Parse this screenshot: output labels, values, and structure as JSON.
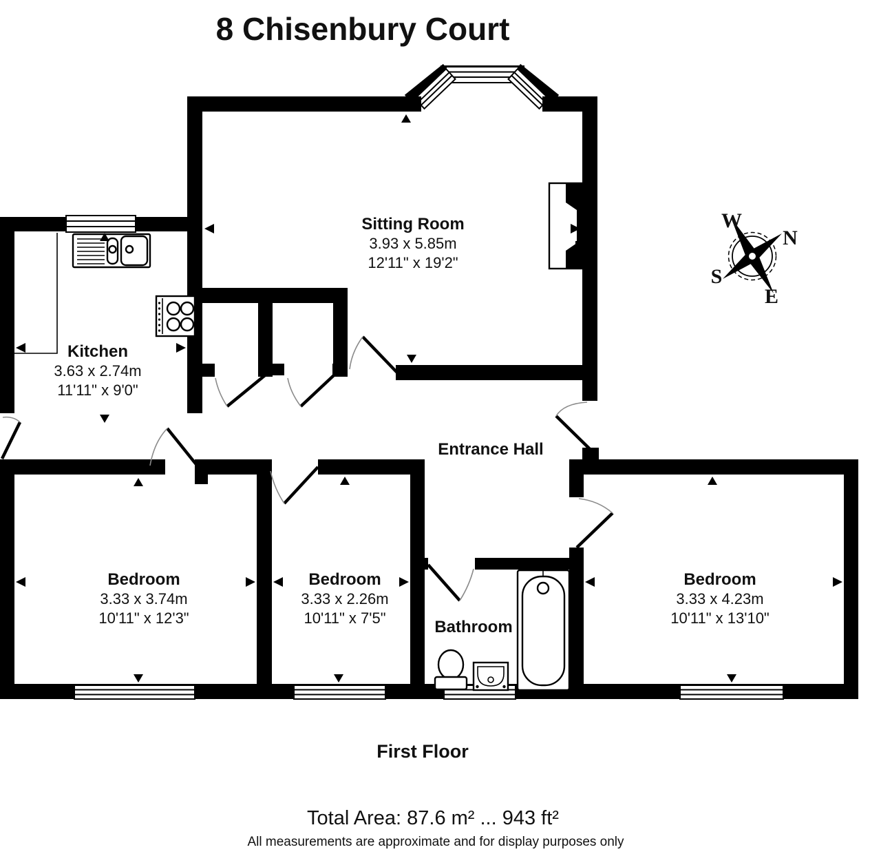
{
  "title": "8 Chisenbury Court",
  "floor_label": "First Floor",
  "total_area": "Total Area: 87.6 m² ... 943 ft²",
  "disclaimer": "All measurements are approximate and for display purposes only",
  "compass": {
    "north": "N",
    "east": "E",
    "south": "S",
    "west": "W"
  },
  "rooms": {
    "sitting_room": {
      "name": "Sitting Room",
      "metric": "3.93 x 5.85m",
      "imperial": "12'11\" x 19'2\""
    },
    "kitchen": {
      "name": "Kitchen",
      "metric": "3.63 x 2.74m",
      "imperial": "11'11\" x 9'0\""
    },
    "entrance_hall": {
      "name": "Entrance Hall"
    },
    "bedroom_left": {
      "name": "Bedroom",
      "metric": "3.33 x 3.74m",
      "imperial": "10'11\" x 12'3\""
    },
    "bedroom_middle": {
      "name": "Bedroom",
      "metric": "3.33 x 2.26m",
      "imperial": "10'11\" x 7'5\""
    },
    "bedroom_right": {
      "name": "Bedroom",
      "metric": "3.33 x 4.23m",
      "imperial": "10'11\" x 13'10\""
    },
    "bathroom": {
      "name": "Bathroom"
    }
  },
  "colors": {
    "walls": "#000000",
    "background": "#ffffff",
    "door_arc": "#8a8a8a"
  }
}
